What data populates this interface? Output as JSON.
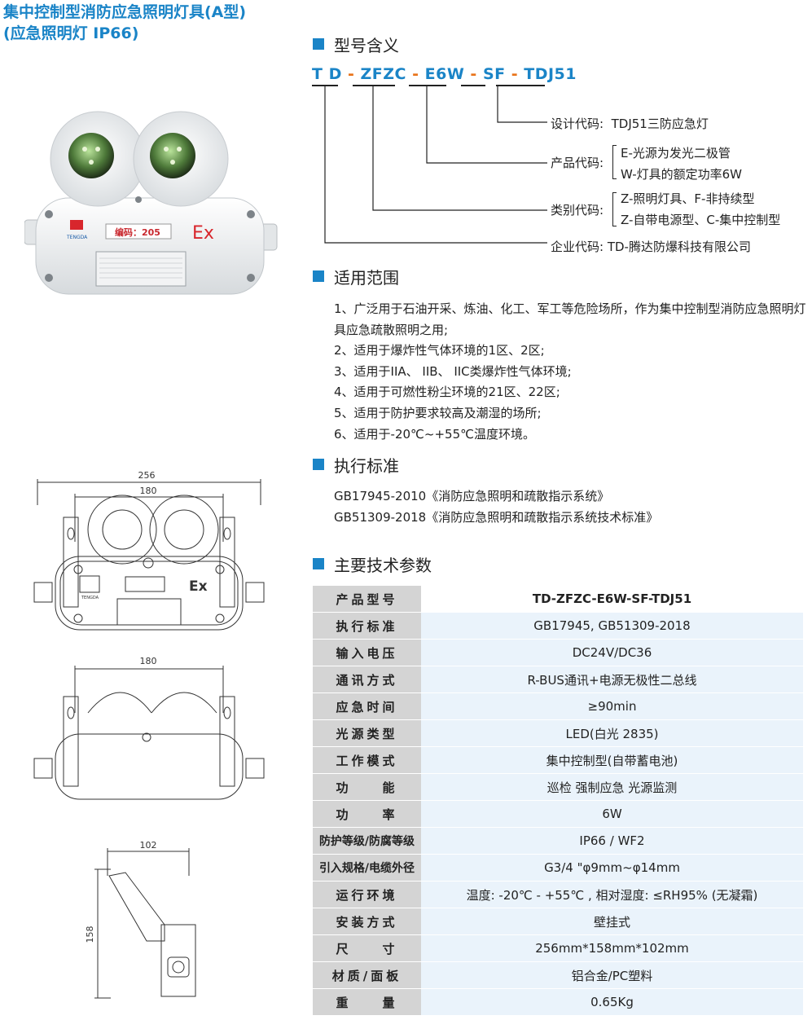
{
  "title": {
    "line1": "集中控制型消防应急照明灯具(A型)",
    "line2": "(应急照明灯 IP66)"
  },
  "photo": {
    "code_label": "编码：205",
    "ex_mark": "Ex",
    "brand": "TENGDA"
  },
  "sections": {
    "model_meaning": "型号含义",
    "scope": "适用范围",
    "standards": "执行标准",
    "params": "主要技术参数"
  },
  "model_code": {
    "parts": [
      "T D",
      "ZFZC",
      "E6W",
      "SF",
      "TDJ51"
    ],
    "separator": "-"
  },
  "model_desc": {
    "design_label": "设计代码:",
    "design_value": "TDJ51三防应急灯",
    "product_label": "产品代码:",
    "product_value_1": "E-光源为发光二极管",
    "product_value_2": "W-灯具的额定功率6W",
    "category_label": "类别代码:",
    "category_value_1": "Z-照明灯具、F-非持续型",
    "category_value_2": "Z-自带电源型、C-集中控制型",
    "company_label": "企业代码:",
    "company_value": "TD-腾达防爆科技有限公司"
  },
  "scope_items": [
    "1、广泛用于石油开采、炼油、化工、军工等危险场所，作为集中控制型消防应急照明灯具应急疏散照明之用;",
    "2、适用于爆炸性气体环境的1区、2区;",
    "3、适用于IIA、 IIB、 IIC类爆炸性气体环境;",
    "4、适用于可燃性粉尘环境的21区、22区;",
    "5、适用于防护要求较高及潮湿的场所;",
    "6、适用于-20℃~+55℃温度环境。"
  ],
  "standards_items": [
    "GB17945-2010《消防应急照明和疏散指示系统》",
    "GB51309-2018《消防应急照明和疏散指示系统技术标准》"
  ],
  "drawing": {
    "front_width": "256",
    "front_inner": "180",
    "front_ex": "Ex",
    "front_brand": "TENGDA",
    "top_width": "180",
    "side_depth": "102",
    "side_height": "158"
  },
  "spec_rows": [
    {
      "k": "产品型号",
      "v": "TD-ZFZC-E6W-SF-TDJ51"
    },
    {
      "k": "执行标准",
      "v": "GB17945, GB51309-2018"
    },
    {
      "k": "输入电压",
      "v": "DC24V/DC36"
    },
    {
      "k": "通讯方式",
      "v": "R-BUS通讯+电源无极性二总线"
    },
    {
      "k": "应急时间",
      "v": "≥90min"
    },
    {
      "k": "光源类型",
      "v": "LED(白光 2835)"
    },
    {
      "k": "工作模式",
      "v": "集中控制型(自带蓄电池)"
    },
    {
      "k": "功　　能",
      "v": "巡检 强制应急 光源监测"
    },
    {
      "k": "功　　率",
      "v": "6W"
    },
    {
      "k": "防护等级/防腐等级",
      "v": "IP66 / WF2"
    },
    {
      "k": "引入规格/电缆外径",
      "v": "G3/4 \"φ9mm~φ14mm"
    },
    {
      "k": "运行环境",
      "v": "温度: -20℃ - +55℃ , 相对湿度: ≤RH95% (无凝霜)"
    },
    {
      "k": "安装方式",
      "v": "壁挂式"
    },
    {
      "k": "尺　　寸",
      "v": "256mm*158mm*102mm"
    },
    {
      "k": "材质/面板",
      "v": "铝合金/PC塑料"
    },
    {
      "k": "重　　量",
      "v": "0.65Kg"
    }
  ],
  "colors": {
    "accent": "#1a84c7",
    "separator": "#e8731a",
    "label_bg": "#d4d4d4",
    "value_bg": "#eaf3fb"
  }
}
